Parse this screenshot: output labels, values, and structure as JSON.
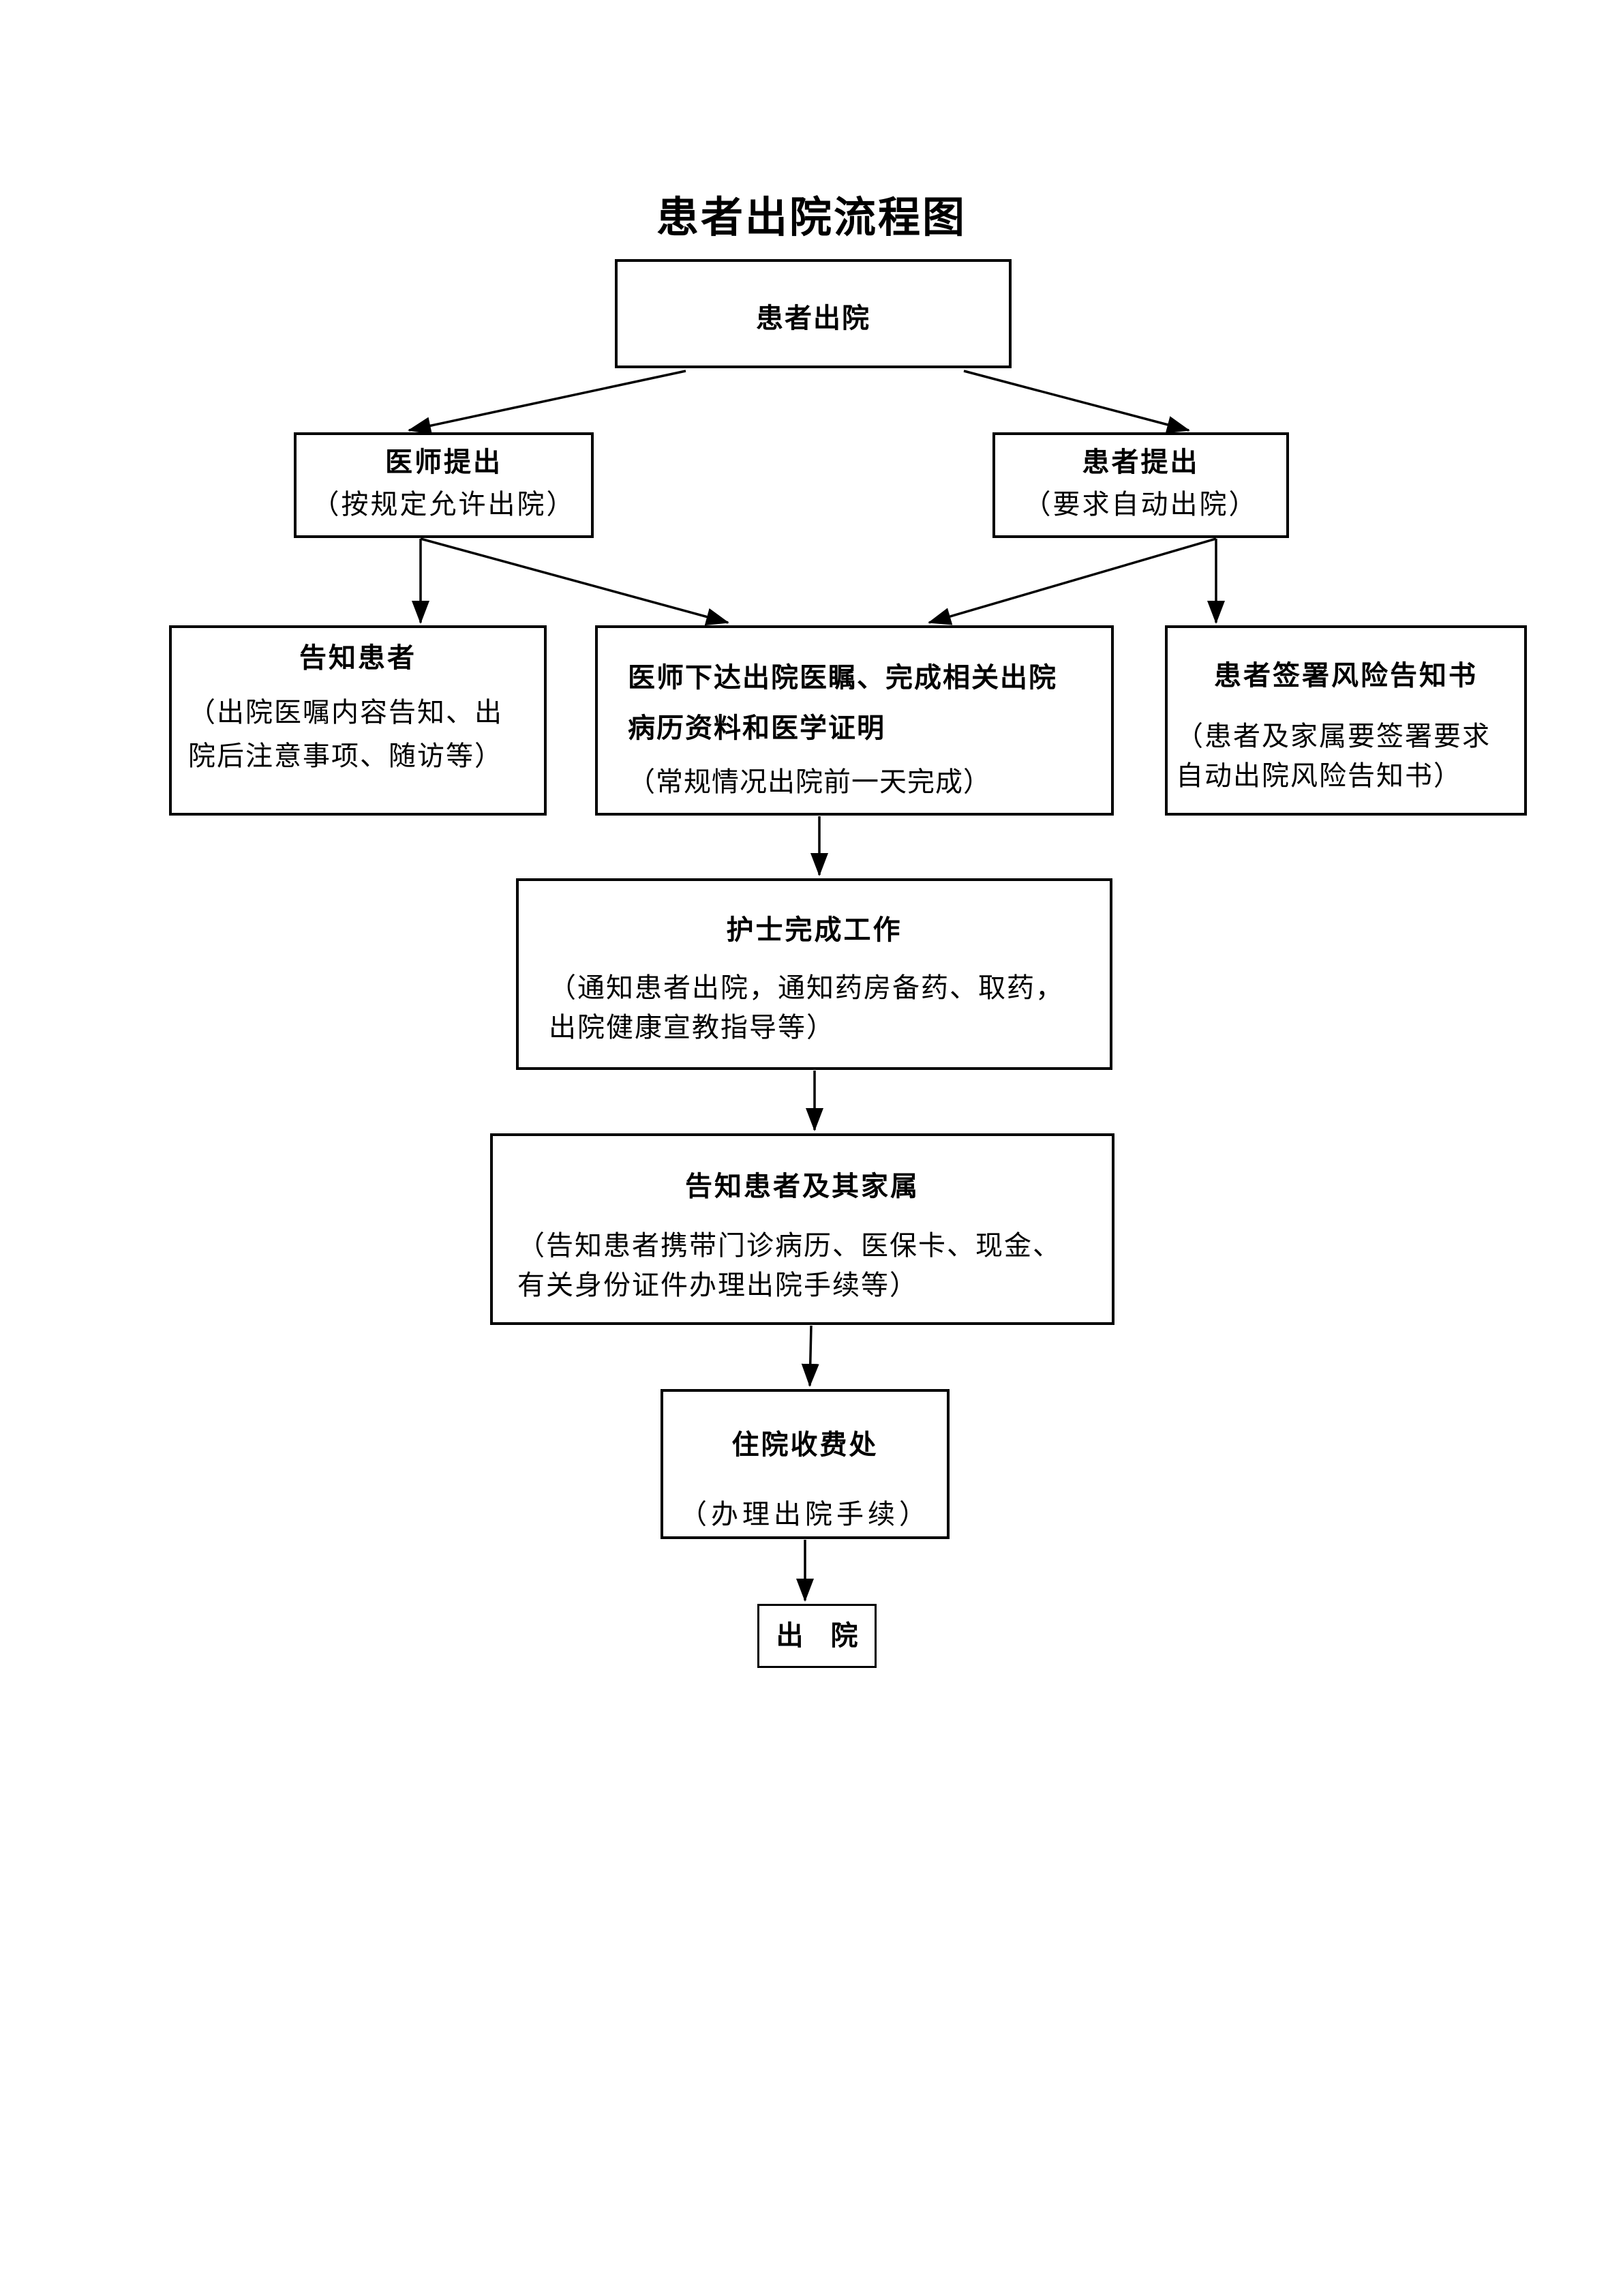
{
  "page": {
    "title": "患者出院流程图",
    "colors": {
      "ink": "#000000",
      "background": "#ffffff"
    }
  },
  "flowchart": {
    "nodes": {
      "start": {
        "label": "患者出院"
      },
      "doctor_propose": {
        "label": "医师提出",
        "note": "（按规定允许出院）"
      },
      "patient_propose": {
        "label": "患者提出",
        "note": "（要求自动出院）"
      },
      "inform_patient": {
        "label": "告知患者",
        "note": "（出院医嘱内容告知、出院后注意事项、随访等）"
      },
      "discharge_orders": {
        "label": "医师下达出院医瞩、完成相关出院病历资料和医学证明",
        "note": "（常规情况出院前一天完成）"
      },
      "sign_risk_notice": {
        "label": "患者签署风险告知书",
        "note": "（患者及家属要签署要求自动出院风险告知书）"
      },
      "nurse_tasks": {
        "label": "护士完成工作",
        "note": "（通知患者出院，通知药房备药、取药，出院健康宣教指导等）"
      },
      "inform_family": {
        "label": "告知患者及其家属",
        "note": "（告知患者携带门诊病历、医保卡、现金、有关身份证件办理出院手续等）"
      },
      "inpatient_cashier": {
        "label": "住院收费处",
        "note": "（办理出院手续）"
      },
      "discharged": {
        "label": "出　院"
      }
    },
    "edges": [
      {
        "from": "start",
        "to": "doctor_propose"
      },
      {
        "from": "start",
        "to": "patient_propose"
      },
      {
        "from": "doctor_propose",
        "to": "inform_patient"
      },
      {
        "from": "doctor_propose",
        "to": "discharge_orders"
      },
      {
        "from": "patient_propose",
        "to": "discharge_orders"
      },
      {
        "from": "patient_propose",
        "to": "sign_risk_notice"
      },
      {
        "from": "discharge_orders",
        "to": "nurse_tasks"
      },
      {
        "from": "nurse_tasks",
        "to": "inform_family"
      },
      {
        "from": "inform_family",
        "to": "inpatient_cashier"
      },
      {
        "from": "inpatient_cashier",
        "to": "discharged"
      }
    ]
  }
}
